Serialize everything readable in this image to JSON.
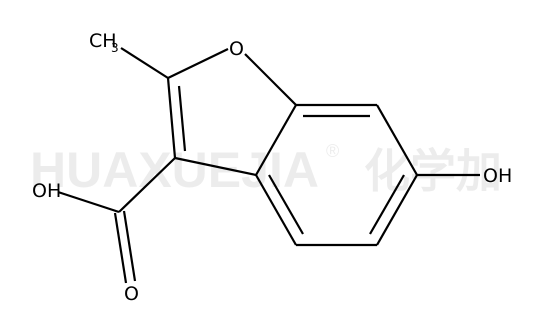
{
  "watermark": {
    "brand": "HUAXUEJIA",
    "registered_mark": "®",
    "chinese": "化学加"
  },
  "molecule": {
    "atoms": {
      "methyl_label_main": "CH",
      "methyl_label_sub": "3",
      "ring_oxygen": "O",
      "acid_oh": "OH",
      "carbonyl_oxygen": "O",
      "phenol_oh": "OH"
    }
  },
  "colors": {
    "bond": "#000000",
    "background": "#ffffff"
  }
}
